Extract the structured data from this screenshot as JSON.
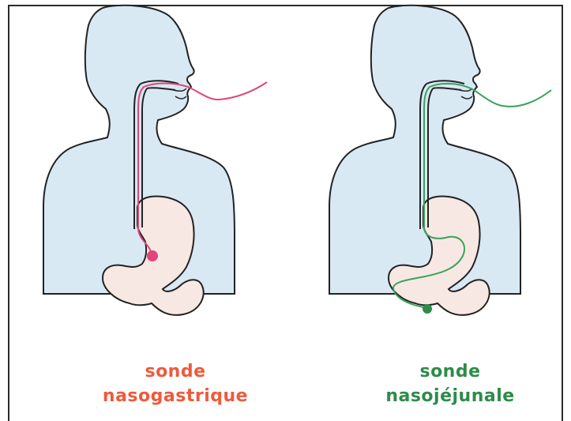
{
  "figure": {
    "colors": {
      "skin": "#d8e9f4",
      "stomach": "#f7e8e4",
      "outline": "#222222",
      "tube_left": "#e0457b",
      "tube_right": "#3aa35a",
      "caption_left": "#ee5a3c",
      "caption_right": "#2e8b4a"
    }
  },
  "panels": [
    {
      "caption_line1": "sonde",
      "caption_line2": "nasogastrique"
    },
    {
      "caption_line1": "sonde",
      "caption_line2": "nasojéjunale"
    }
  ]
}
